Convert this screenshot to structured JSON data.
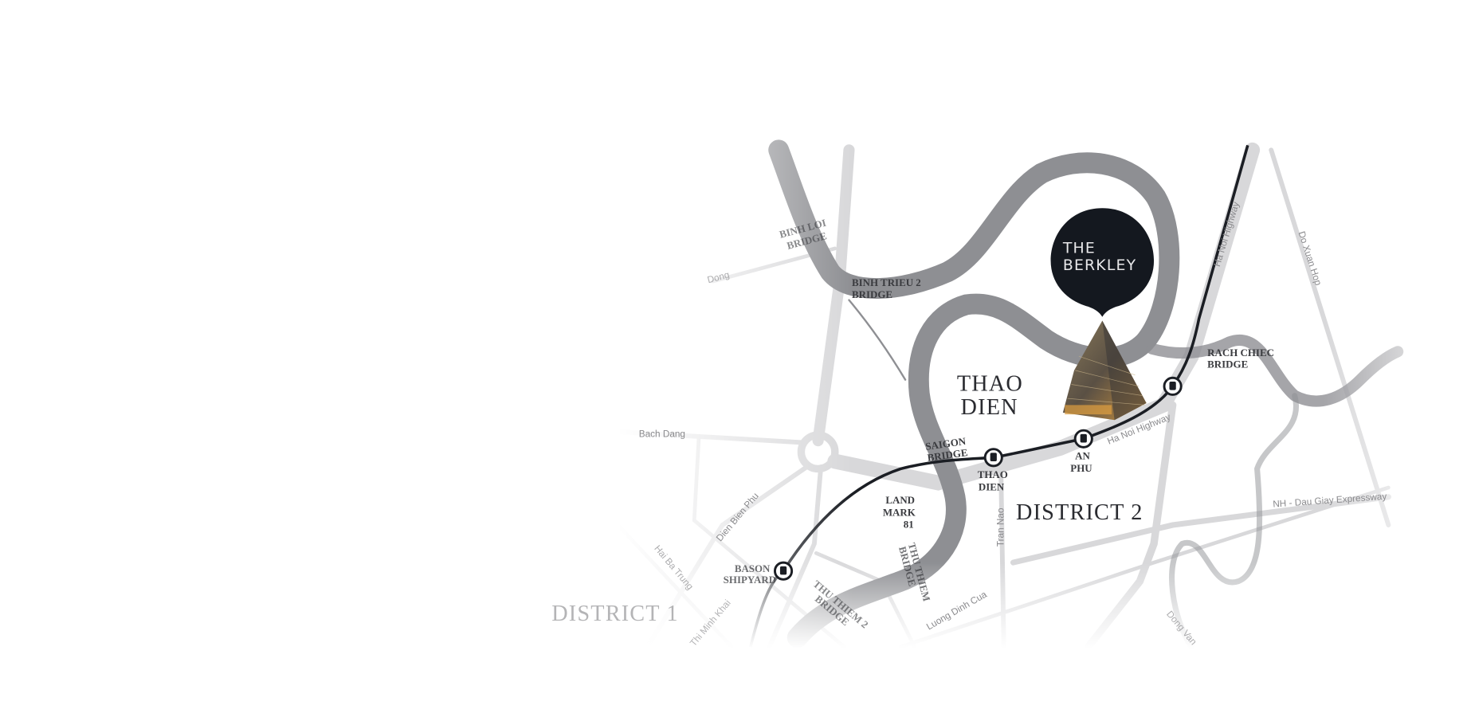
{
  "pin": {
    "line1": "THE",
    "line2": "BERKLEY",
    "color": "#14181f"
  },
  "districts": {
    "thao_dien_1": "THAO",
    "thao_dien_2": "DIEN",
    "district2": "DISTRICT 2",
    "district1": "DISTRICT 1"
  },
  "bridges": {
    "binh_loi_1": "BINH LOI",
    "binh_loi_2": "BRIDGE",
    "binh_trieu_1": "BINH TRIEU 2",
    "binh_trieu_2": "BRIDGE",
    "rach_chiec_1": "RACH CHIEC",
    "rach_chiec_2": "BRIDGE",
    "saigon_1": "SAIGON",
    "saigon_2": "BRIDGE",
    "thu_thiem_1": "THU THIEM",
    "thu_thiem_2": "BRIDGE",
    "thu_thiem2_1": "THU THIEM 2",
    "thu_thiem2_2": "BRIDGE"
  },
  "stations": {
    "thao_dien_1": "THAO",
    "thao_dien_2": "DIEN",
    "an_phu_1": "AN",
    "an_phu_2": "PHU",
    "bason_1": "BASON",
    "bason_2": "SHIPYARD"
  },
  "landmark": {
    "l1": "LAND",
    "l2": "MARK",
    "l3": "81"
  },
  "roads": {
    "ha_noi_1": "Ha Noi Highway",
    "ha_noi_2": "Ha Noi Highway",
    "do_xuan_hop": "Do Xuan Hop",
    "expressway": "NH - Dau Giay Expressway",
    "tran_nao": "Tran Nao",
    "luong_dinh_cua": "Luong Dinh Cua",
    "dien_bien_phu": "Dien Bien Phu",
    "bach_dang": "Bach Dang",
    "hai_ba_trung": "Hai Ba Trung",
    "thi_minh_khai": "Thi Minh Khai",
    "dong_van": "Dong Van",
    "dong": "Dong"
  },
  "colors": {
    "river": "#8e8f93",
    "road": "#d8d8da",
    "metro": "#1b1e24"
  }
}
